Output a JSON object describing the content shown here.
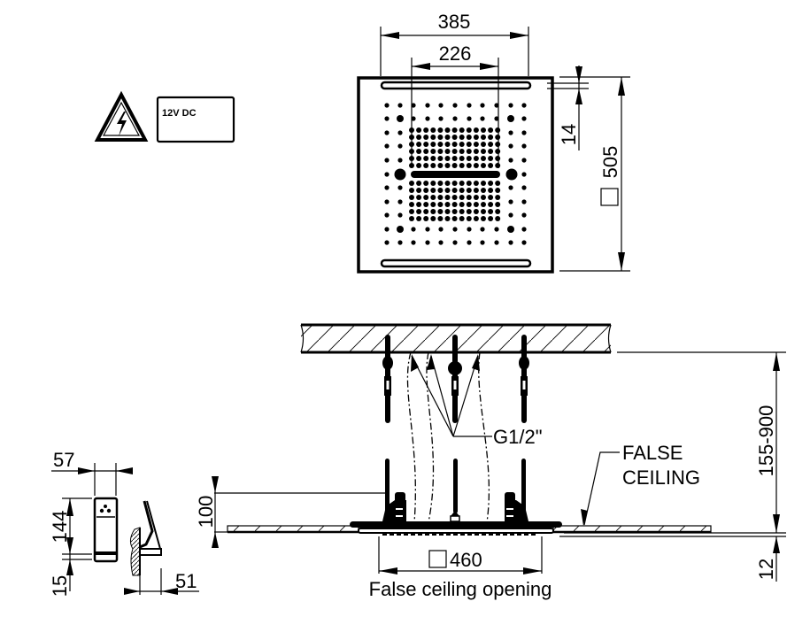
{
  "title": "Ceiling shower head technical drawing",
  "warning": {
    "icon": "electric-hazard-icon",
    "voltage_label": "12V DC"
  },
  "top_view": {
    "dim_overall_spray_width": "385",
    "dim_inner_spray_width": "226",
    "dim_edge_offset": "14",
    "dim_square_size": "505",
    "square_symbol": "square-icon"
  },
  "side_view": {
    "connection_label": "G1/2\"",
    "false_ceiling_label_line1": "FALSE",
    "false_ceiling_label_line2": "CEILING",
    "dim_installation_height": "155-900",
    "dim_thickness": "12",
    "dim_body_height": "100",
    "dim_opening": "460",
    "opening_caption": "False ceiling opening"
  },
  "control_unit": {
    "dim_width": "57",
    "dim_height": "144",
    "dim_bottom": "15",
    "dim_depth": "51"
  }
}
